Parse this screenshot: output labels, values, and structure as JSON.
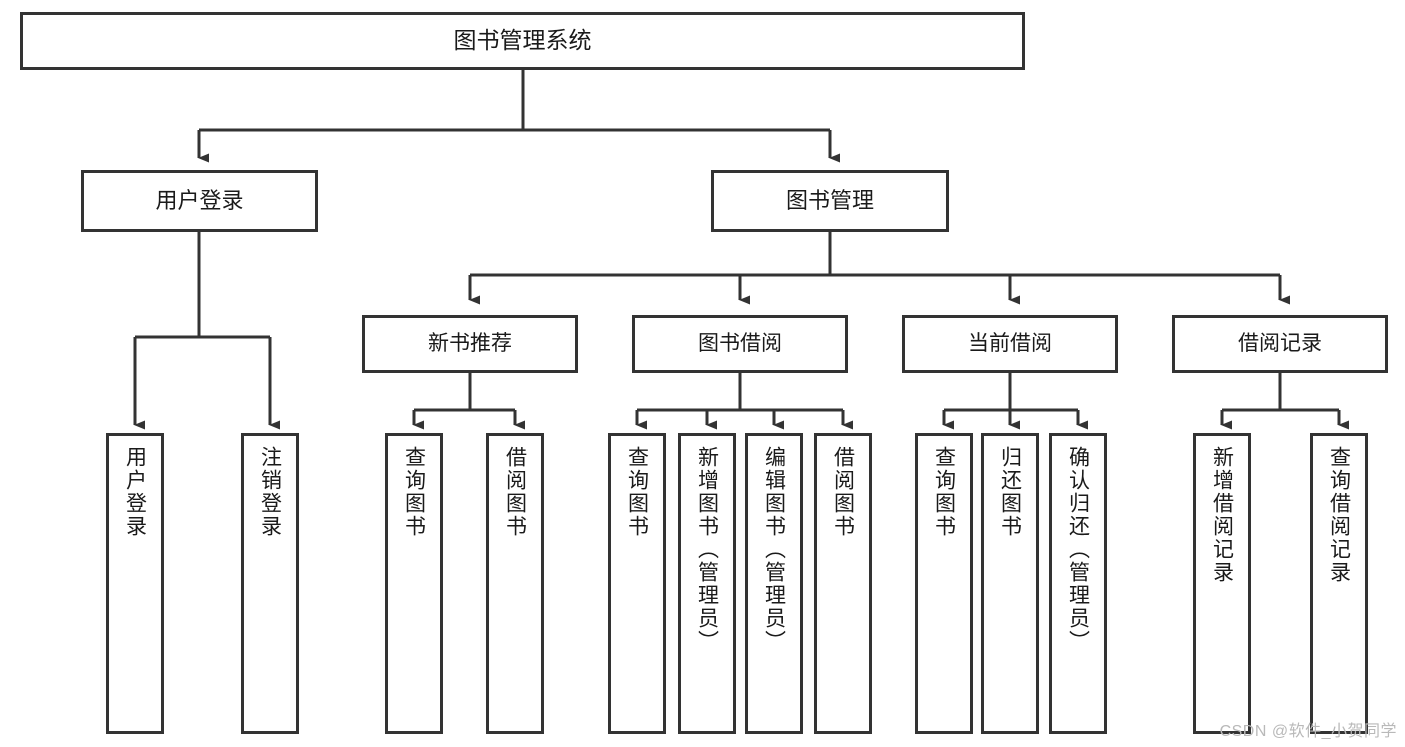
{
  "diagram": {
    "title": "图书管理系统",
    "watermark": "CSDN @软件_小贺同学",
    "colors": {
      "box_border": "#333333",
      "box_fill": "#ffffff",
      "connector": "#333333",
      "text": "#1a1a1a",
      "watermark": "#b9b9b9"
    },
    "root": {
      "label": "图书管理系统"
    },
    "level2": [
      {
        "label": "用户登录"
      },
      {
        "label": "图书管理"
      }
    ],
    "level3": [
      {
        "label": "新书推荐"
      },
      {
        "label": "图书借阅"
      },
      {
        "label": "当前借阅"
      },
      {
        "label": "借阅记录"
      }
    ],
    "leaves": {
      "user_login": [
        {
          "label": "用户登录"
        },
        {
          "label": "注销登录"
        }
      ],
      "new_book": [
        {
          "label": "查询图书"
        },
        {
          "label": "借阅图书"
        }
      ],
      "book_borrow": [
        {
          "label": "查询图书"
        },
        {
          "label": "新增图书（管理员）"
        },
        {
          "label": "编辑图书（管理员）"
        },
        {
          "label": "借阅图书"
        }
      ],
      "current_borrow": [
        {
          "label": "查询图书"
        },
        {
          "label": "归还图书"
        },
        {
          "label": "确认归还（管理员）"
        }
      ],
      "borrow_record": [
        {
          "label": "新增借阅记录"
        },
        {
          "label": "查询借阅记录"
        }
      ]
    }
  }
}
